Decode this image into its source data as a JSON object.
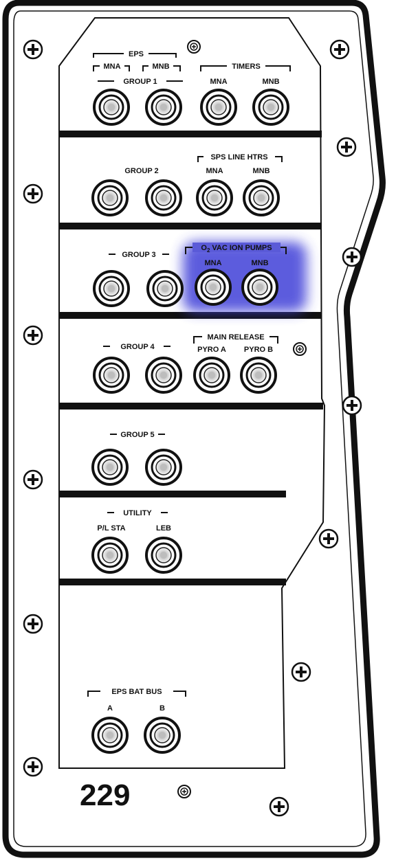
{
  "panel": {
    "number": "229",
    "sections": [
      {
        "id": "group-1",
        "headers": [
          "EPS",
          "TIMERS"
        ],
        "subheaders": [
          "MNA",
          "MNB"
        ],
        "group_label": "GROUP 1",
        "breaker_labels": [
          "MNA",
          "MNB"
        ]
      },
      {
        "id": "group-2",
        "group_label": "GROUP 2",
        "header": "SPS LINE HTRS",
        "breaker_labels": [
          "MNA",
          "MNB"
        ]
      },
      {
        "id": "group-3",
        "group_label": "GROUP 3",
        "header_prefix": "O",
        "header_subscript": "2",
        "header_rest": "VAC ION PUMPS",
        "breaker_labels": [
          "MNA",
          "MNB"
        ]
      },
      {
        "id": "group-4",
        "group_label": "GROUP 4",
        "header": "MAIN RELEASE",
        "breaker_labels": [
          "PYRO A",
          "PYRO B"
        ]
      },
      {
        "id": "group-5",
        "group_label": "GROUP 5"
      },
      {
        "id": "utility",
        "group_label": "UTILITY",
        "breaker_labels": [
          "P/L STA",
          "LEB"
        ]
      },
      {
        "id": "eps-bat-bus",
        "group_label": "EPS BAT BUS",
        "breaker_labels": [
          "A",
          "B"
        ]
      }
    ]
  },
  "highlight": {
    "section": "group-3",
    "color": "#4040d8"
  },
  "colors": {
    "ink": "#111111",
    "panel_fill": "#ffffff",
    "breaker_fill": "#cfcfcf"
  }
}
